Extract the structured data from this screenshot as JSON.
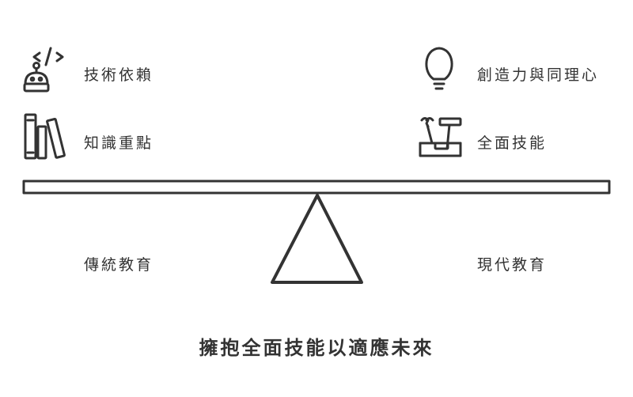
{
  "left": {
    "items": [
      {
        "label": "技術依賴",
        "icon": "robot-code-icon"
      },
      {
        "label": "知識重點",
        "icon": "books-icon"
      }
    ],
    "base_label": "傳統教育"
  },
  "right": {
    "items": [
      {
        "label": "創造力與同理心",
        "icon": "lightbulb-icon"
      },
      {
        "label": "全面技能",
        "icon": "toolbox-icon"
      }
    ],
    "base_label": "現代教育"
  },
  "caption": "擁抱全面技能以適應未來",
  "colors": {
    "stroke": "#333333",
    "background": "#ffffff"
  }
}
